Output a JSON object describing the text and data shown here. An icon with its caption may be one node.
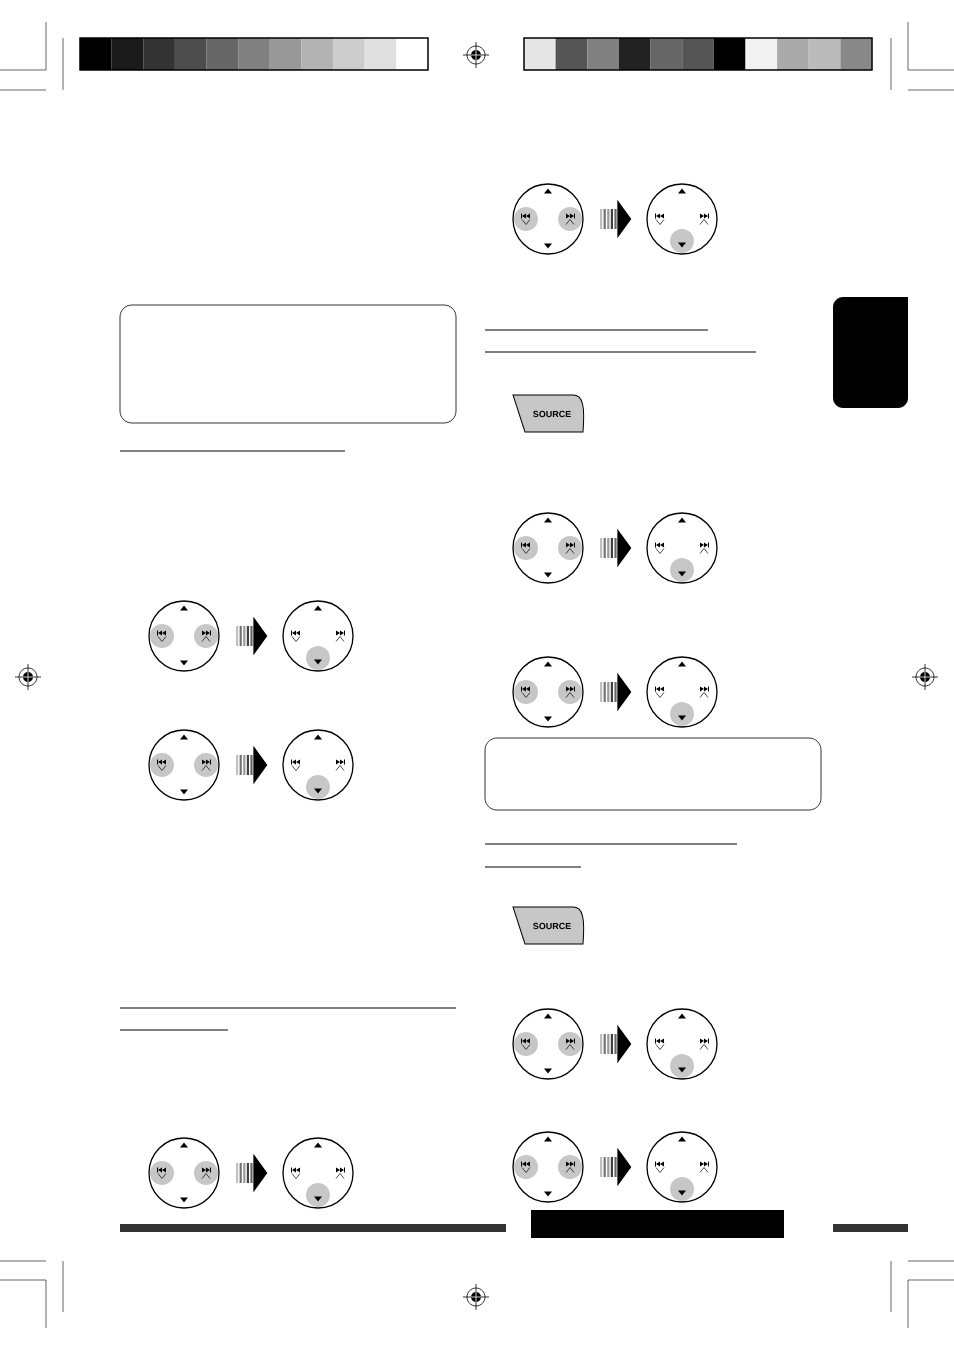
{
  "diagram": {
    "nodes": [
      {
        "text": [],
        "shape": "box"
      },
      {
        "text": [],
        "shape": "circle"
      },
      {
        "text": [],
        "shape": "circle"
      },
      {
        "text": [],
        "shape": "circle"
      },
      {
        "text": [],
        "shape": "circle"
      },
      {
        "text": [],
        "shape": "circle"
      },
      {
        "text": [],
        "shape": "circle"
      },
      {
        "text": [],
        "shape": "circle"
      },
      {
        "text": [],
        "shape": "circle"
      },
      {
        "text": [
          "SOURCE"
        ]
      },
      {
        "text": [],
        "shape": "circle"
      },
      {
        "text": [],
        "shape": "circle"
      },
      {
        "text": [],
        "shape": "circle"
      },
      {
        "text": [],
        "shape": "circle"
      },
      {
        "text": [],
        "shape": "box"
      },
      {
        "text": [
          "SOURCE"
        ]
      },
      {
        "text": [],
        "shape": "circle"
      },
      {
        "text": [],
        "shape": "circle"
      },
      {
        "text": [],
        "shape": "circle"
      },
      {
        "text": [],
        "shape": "circle"
      },
      {
        "text": [],
        "shape": "box"
      }
    ],
    "edges": [
      {
        "from": 1,
        "to": 2,
        "arrow": "to"
      },
      {
        "from": 3,
        "to": 4,
        "arrow": "to"
      },
      {
        "from": 5,
        "to": 6,
        "arrow": "to"
      },
      {
        "from": 7,
        "to": 8,
        "arrow": "to"
      },
      {
        "from": 10,
        "to": 11,
        "arrow": "to"
      },
      {
        "from": 12,
        "to": 13,
        "arrow": "to"
      },
      {
        "from": 16,
        "to": 17,
        "arrow": "to"
      },
      {
        "from": 18,
        "to": 19,
        "arrow": "to"
      }
    ]
  }
}
